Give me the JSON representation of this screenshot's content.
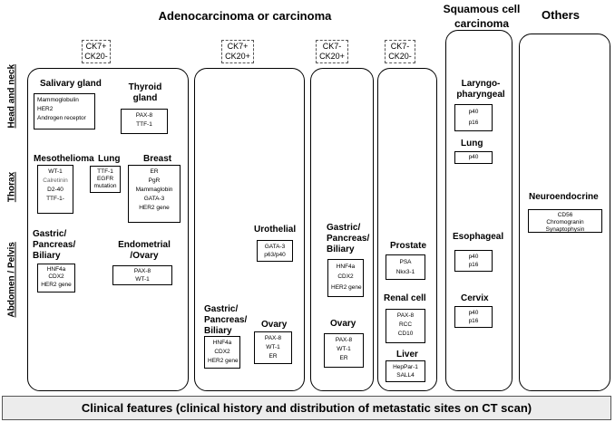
{
  "headers": {
    "adeno": "Adenocarcinoma or carcinoma",
    "squamous_line1": "Squamous cell",
    "squamous_line2": "carcinoma",
    "others": "Others"
  },
  "regions": {
    "head_neck": "Head and neck",
    "thorax": "Thorax",
    "abdomen": "Abdomen / Pelvis"
  },
  "ck_labels": [
    {
      "line1": "CK7+",
      "line2": "CK20-"
    },
    {
      "line1": "CK7+",
      "line2": "CK20+"
    },
    {
      "line1": "CK7-",
      "line2": "CK20+"
    },
    {
      "line1": "CK7-",
      "line2": "CK20-"
    }
  ],
  "col1": {
    "salivary": {
      "title": "Salivary gland",
      "markers": [
        "Mammoglobulin",
        "HER2",
        "Androgen receptor"
      ]
    },
    "thyroid": {
      "title1": "Thyroid",
      "title2": "gland",
      "markers": [
        "PAX-8",
        "TTF-1"
      ]
    },
    "mesothelioma": {
      "title": "Mesothelioma",
      "markers": [
        "WT-1",
        "Calretinin",
        "D2-40",
        "TTF-1-"
      ]
    },
    "lung": {
      "title": "Lung",
      "markers": [
        "TTF-1",
        "EGFR",
        "mutation"
      ]
    },
    "breast": {
      "title": "Breast",
      "markers": [
        "ER",
        "PgR",
        "Mammaglobin",
        "GATA-3",
        "HER2 gene"
      ]
    },
    "gastric": {
      "title1": "Gastric/",
      "title2": "Pancreas/",
      "title3": "Biliary",
      "markers": [
        "HNF4a",
        "CDX2",
        "HER2 gene"
      ]
    },
    "endometrial": {
      "title1": "Endometrial",
      "title2": "/Ovary",
      "markers": [
        "PAX-8",
        "WT-1"
      ]
    }
  },
  "col2": {
    "urothelial": {
      "title": "Urothelial",
      "markers": [
        "GATA-3",
        "p63/p40"
      ]
    },
    "gastric": {
      "title1": "Gastric/",
      "title2": "Pancreas/",
      "title3": "Biliary",
      "markers": [
        "HNF4a",
        "CDX2",
        "HER2 gene"
      ]
    },
    "ovary": {
      "title": "Ovary",
      "markers": [
        "PAX-8",
        "WT-1",
        "ER"
      ]
    }
  },
  "col3": {
    "gastric": {
      "title1": "Gastric/",
      "title2": "Pancreas/",
      "title3": "Biliary",
      "markers": [
        "HNF4a",
        "CDX2",
        "HER2 gene"
      ]
    },
    "ovary": {
      "title": "Ovary",
      "markers": [
        "PAX-8",
        "WT-1",
        "ER"
      ]
    }
  },
  "col4": {
    "prostate": {
      "title": "Prostate",
      "markers": [
        "PSA",
        "Nkx3-1"
      ]
    },
    "renal": {
      "title": "Renal cell",
      "markers": [
        "PAX-8",
        "RCC",
        "CD10"
      ]
    },
    "liver": {
      "title": "Liver",
      "markers": [
        "HepPar-1",
        "SALL4"
      ]
    }
  },
  "squamous": {
    "laryngo": {
      "title1": "Laryngo-",
      "title2": "pharyngeal",
      "markers": [
        "p40",
        "p16"
      ]
    },
    "lung": {
      "title": "Lung",
      "markers": [
        "p40"
      ]
    },
    "esophageal": {
      "title": "Esophageal",
      "markers": [
        "p40",
        "p16"
      ]
    },
    "cervix": {
      "title": "Cervix",
      "markers": [
        "p40",
        "p16"
      ]
    }
  },
  "others": {
    "neuro": {
      "title": "Neuroendocrine",
      "markers": [
        "CD56",
        "Chromogranin",
        "Synaptophysin"
      ]
    }
  },
  "footer": "Clinical features (clinical history and distribution of metastatic sites on CT scan)"
}
